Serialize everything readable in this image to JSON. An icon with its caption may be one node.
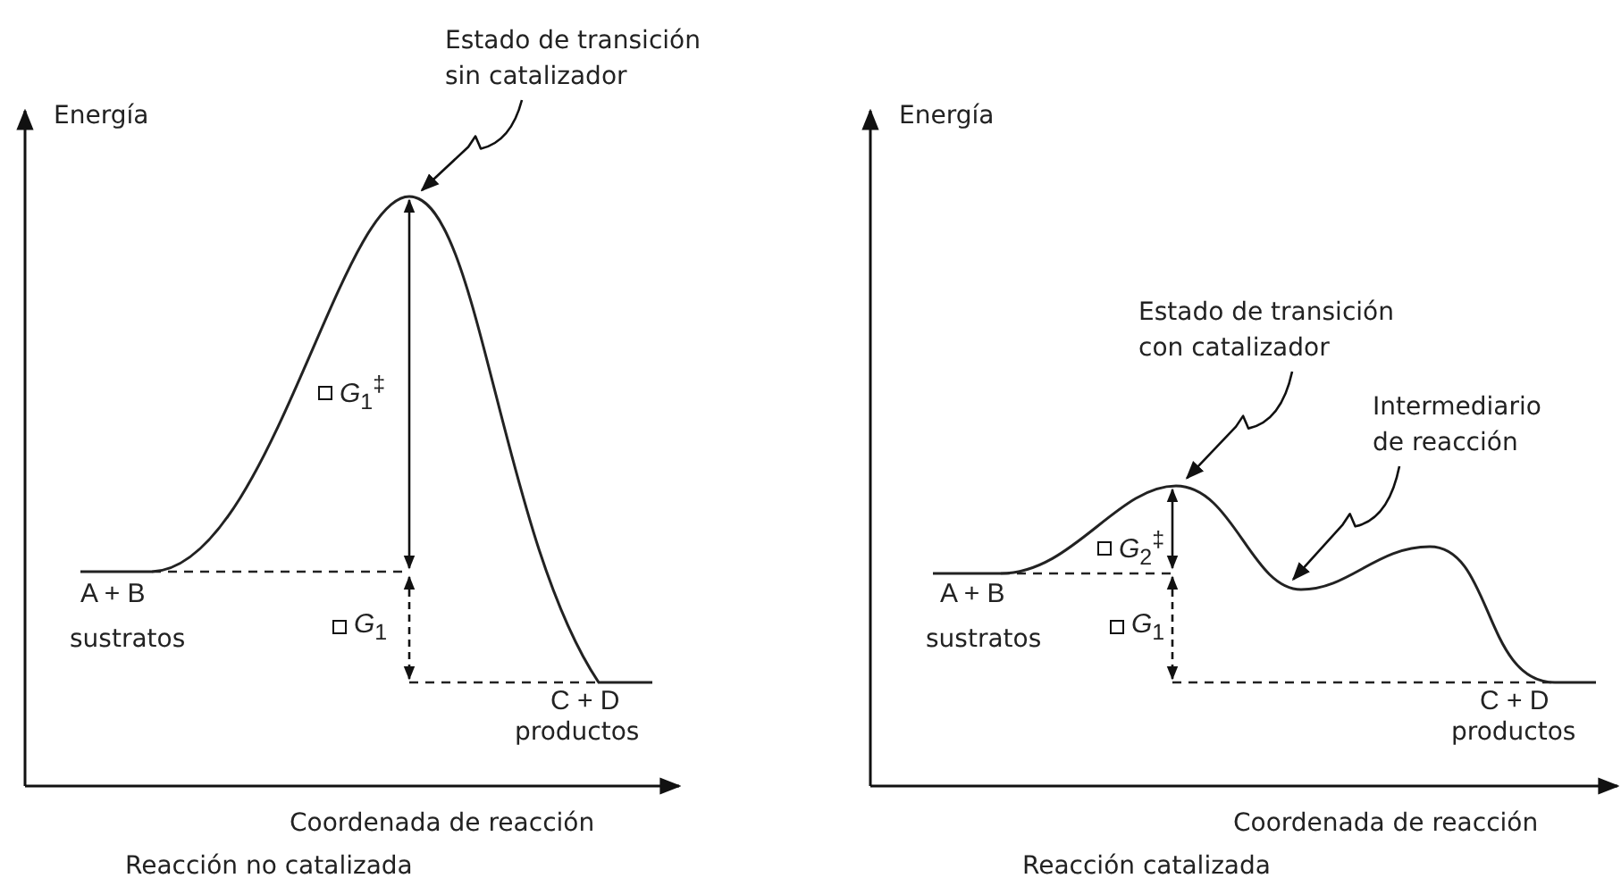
{
  "diagram": {
    "nodes": [
      {
        "text": [
          "Estado de transición sin catalizador"
        ]
      },
      {
        "text": [
          "Estado de transición con catalizador"
        ]
      },
      {
        "text": [
          "Intermediario de reacción"
        ]
      },
      {
        "text": [],
        "shape": "curve"
      },
      {
        "text": [],
        "shape": "curve"
      }
    ],
    "edges": [
      {
        "from": 0,
        "to": 3,
        "arrow": "to"
      },
      {
        "from": 1,
        "to": 4,
        "arrow": "to"
      },
      {
        "from": 2,
        "to": 4,
        "arrow": "to"
      }
    ],
    "labels": [
      "Energía",
      "*G*$_{1}$$^{‡}$",
      "A + B",
      "sustratos",
      "*G*$_{1}$",
      "C + D",
      "productos",
      "Coordenada de reacción",
      "Reacción no catalizada",
      "Energía",
      "*G*$_{2}$$^{‡}$",
      "A + B",
      "sustratos",
      "*G*$_{1}$",
      "C + D",
      "productos",
      "Coordenada de reacción",
      "Reacción catalizada"
    ]
  }
}
